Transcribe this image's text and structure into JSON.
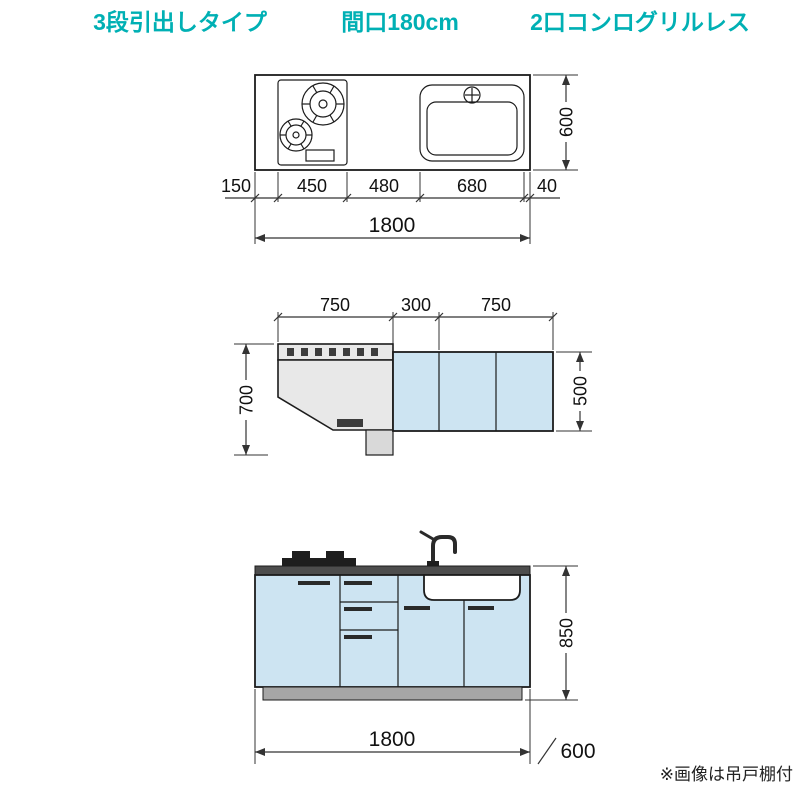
{
  "header": {
    "items": [
      {
        "label": "3段引出しタイプ"
      },
      {
        "label": "間口180cm"
      },
      {
        "label": "2口コンログリルレス"
      }
    ]
  },
  "plan_view": {
    "depth": "600",
    "segments": [
      "150",
      "450",
      "480",
      "680",
      "40"
    ],
    "total_width": "1800"
  },
  "wall_view": {
    "segments": [
      "750",
      "300",
      "750"
    ],
    "hood_height": "700",
    "cabinet_height": "500"
  },
  "front_view": {
    "height": "850",
    "width": "1800",
    "depth": "600"
  },
  "note": "※画像は吊戸棚付",
  "colors": {
    "accent": "#00b0b4",
    "cabinet_fill": "#cde4f2",
    "hood_fill": "#e8e8e8",
    "line": "#1c1c1c"
  }
}
